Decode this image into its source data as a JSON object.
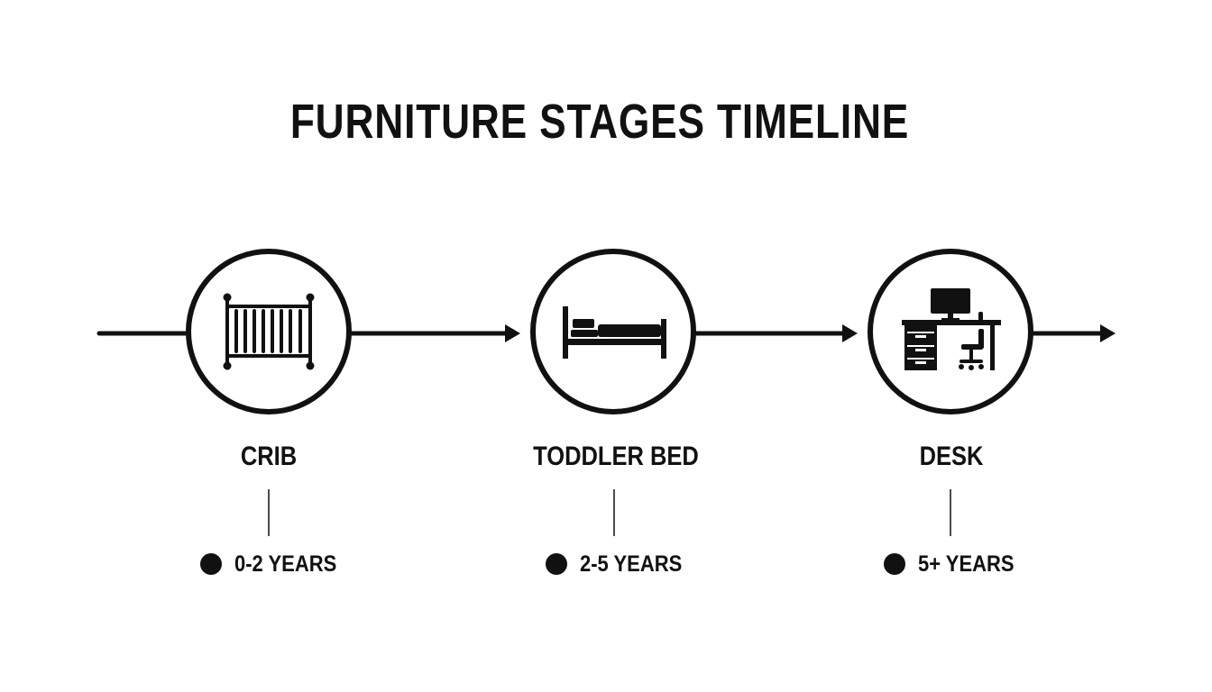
{
  "title": "FURNITURE STAGES TIMELINE",
  "stages": [
    {
      "label": "CRIB",
      "age": "0-2 YEARS",
      "icon": "crib-icon"
    },
    {
      "label": "TODDLER BED",
      "age": "2-5 YEARS",
      "icon": "toddler-bed-icon"
    },
    {
      "label": "DESK",
      "age": "5+ YEARS",
      "icon": "desk-icon"
    }
  ],
  "colors": {
    "ink": "#111111",
    "background": "#ffffff"
  }
}
